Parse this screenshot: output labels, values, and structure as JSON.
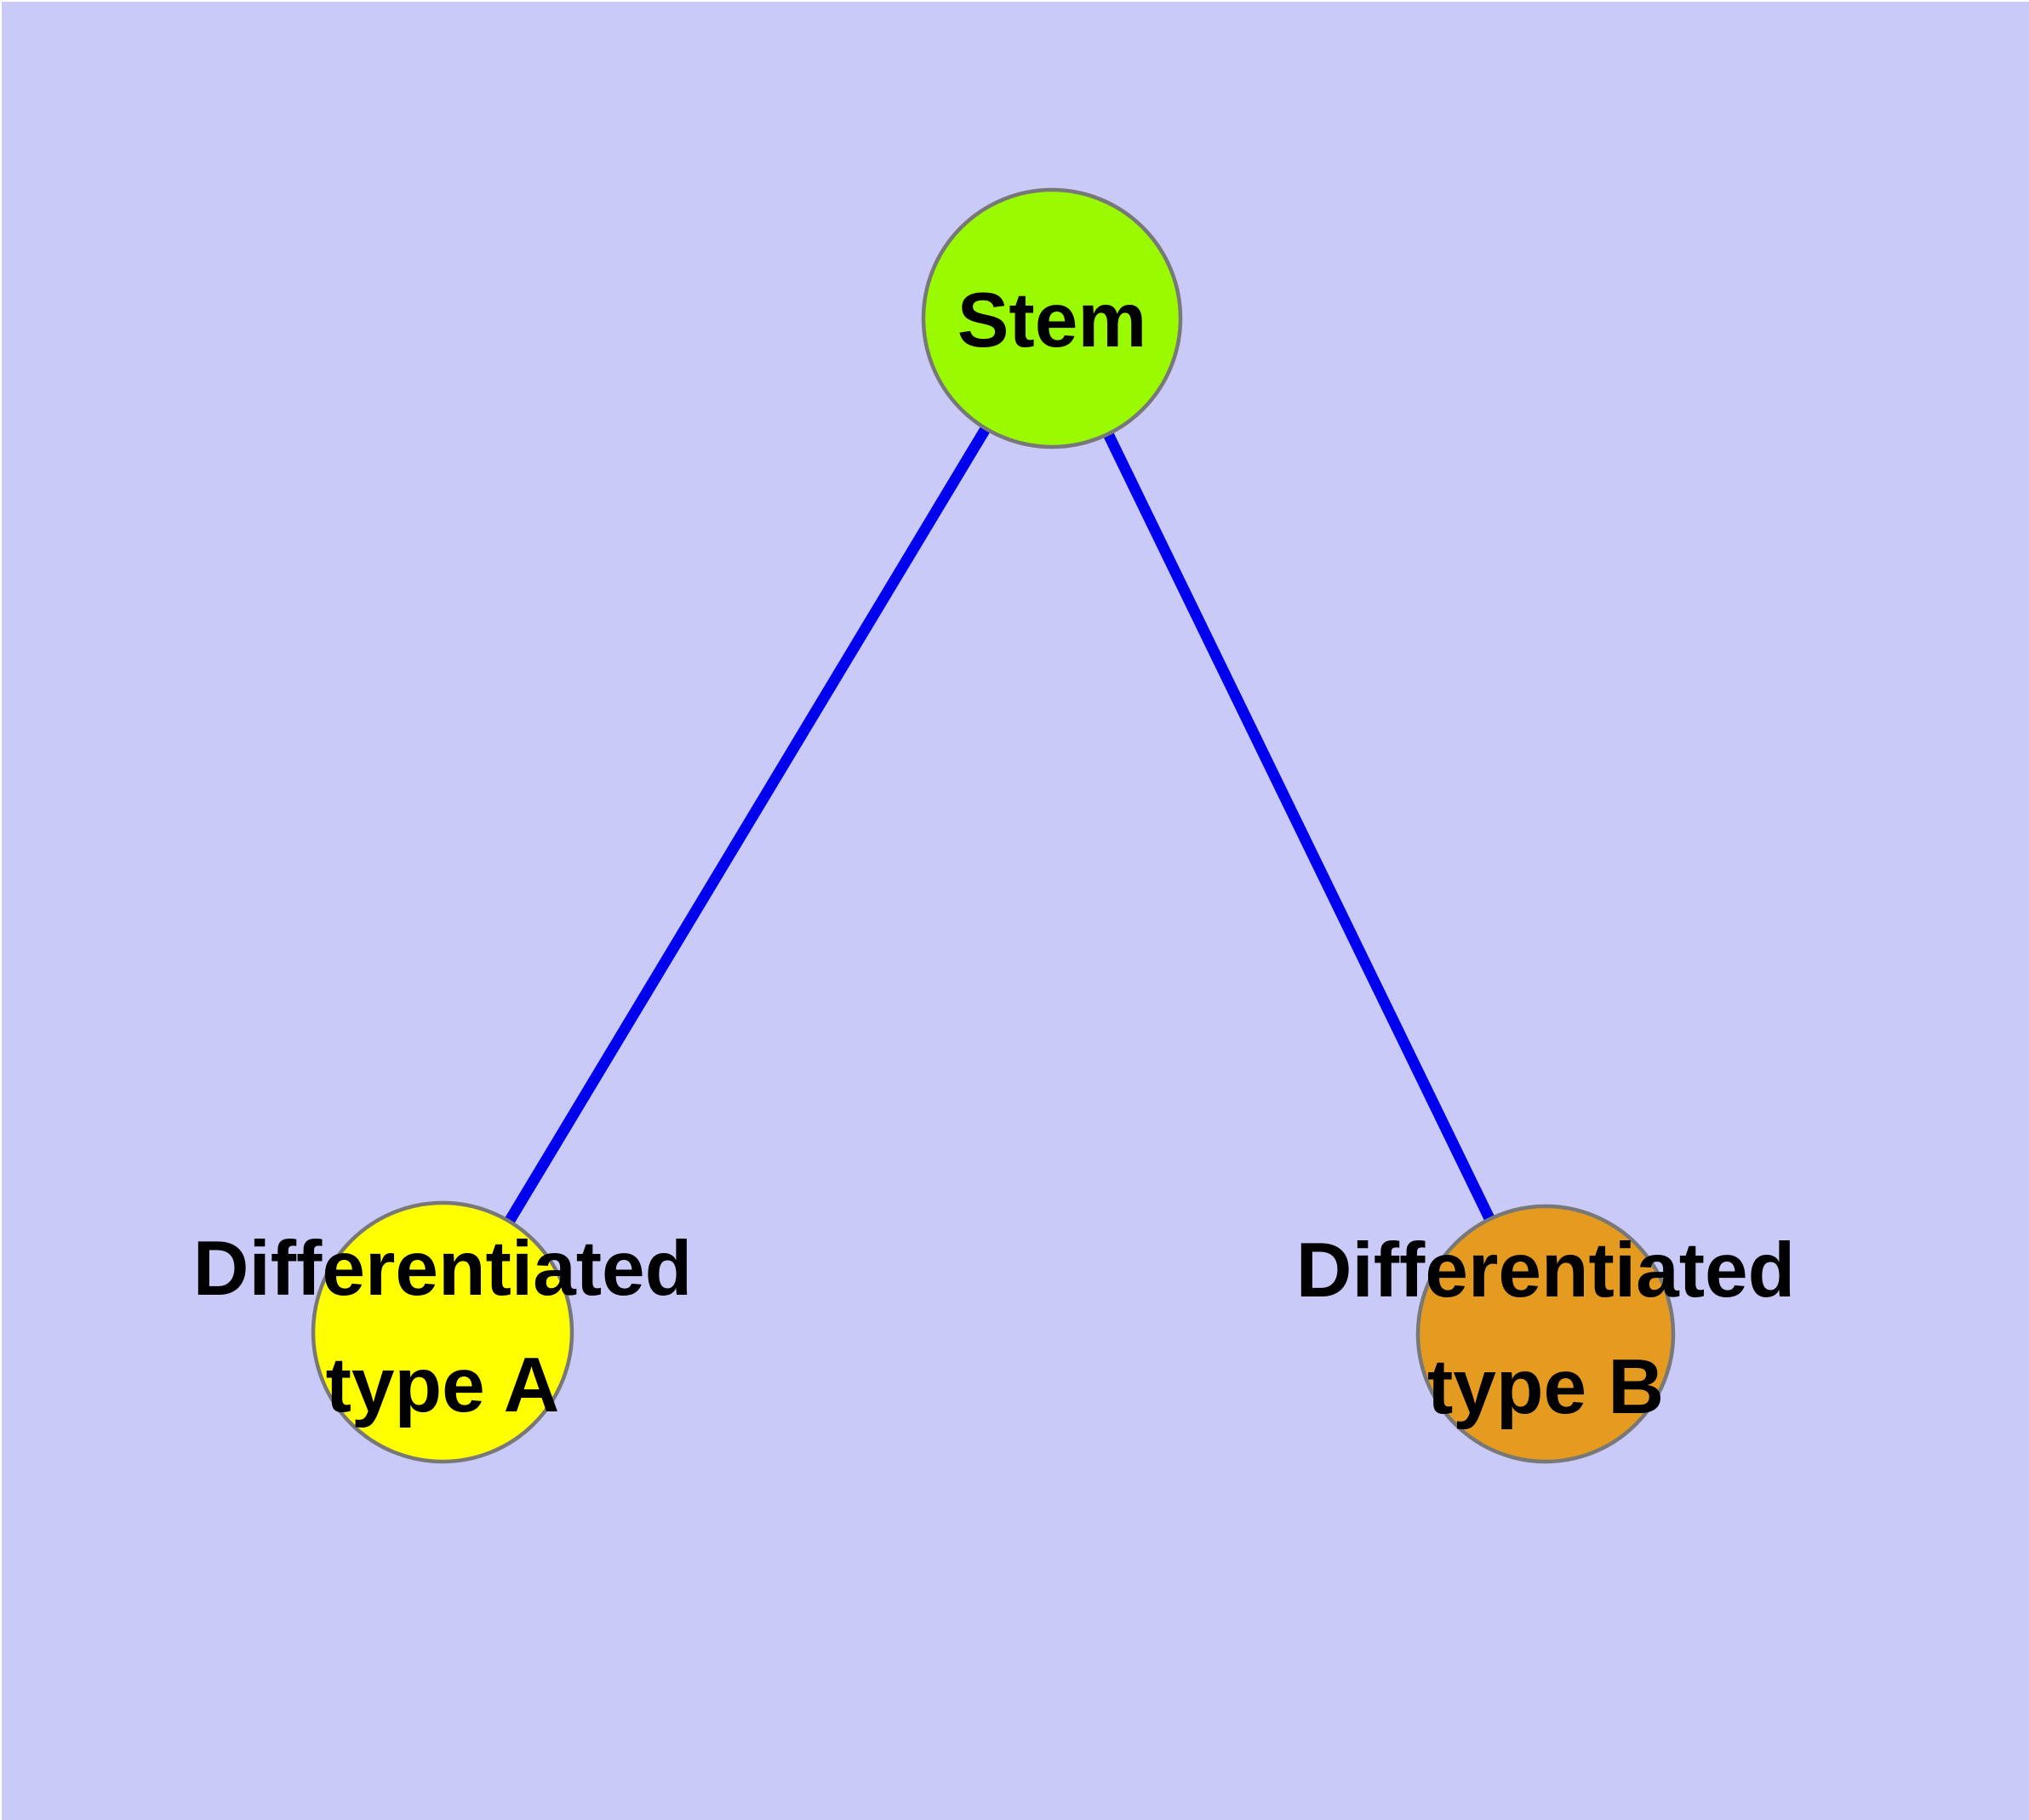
{
  "canvas": {
    "background": "#cacaf8",
    "edge_background": "#ffffff"
  },
  "diagram": {
    "type": "node-link-graph",
    "edge_color": "#0000ee",
    "node_border_color": "#787878",
    "text_color": "#000000",
    "nodes": [
      {
        "id": "stem",
        "fill": "#9afb00",
        "label_line1": "Stem",
        "label_line2": ""
      },
      {
        "id": "type-a",
        "fill": "#ffff00",
        "label_line1": "Differentiated",
        "label_line2": "type A"
      },
      {
        "id": "type-b",
        "fill": "#e59a20",
        "label_line1": "Differentiated",
        "label_line2": "type B"
      }
    ],
    "edges": [
      {
        "from": "Stem",
        "to": "Differentiated type A"
      },
      {
        "from": "Stem",
        "to": "Differentiated type B"
      }
    ]
  }
}
